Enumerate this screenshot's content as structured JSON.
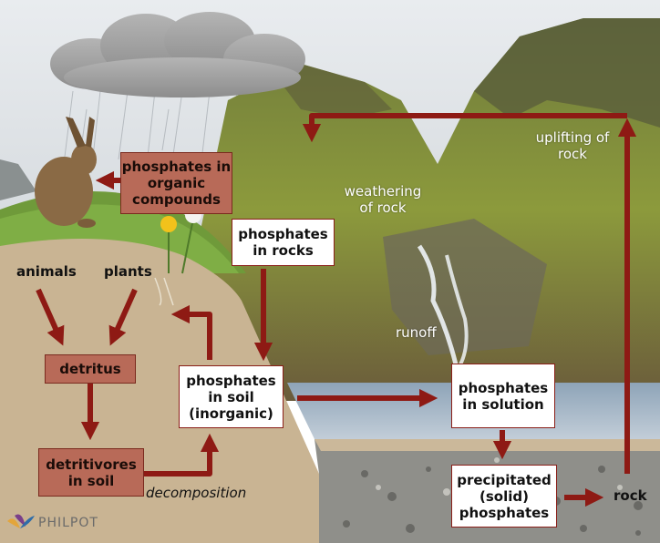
{
  "boxes": {
    "organic": "phosphates in organic compounds",
    "detritus": "detritus",
    "detritivores": "detritivores in soil",
    "rocks": "phosphates in rocks",
    "soil": "phosphates in soil (inorganic)",
    "solution": "phosphates in solution",
    "precipitated": "precipitated (solid) phosphates"
  },
  "labels": {
    "animals": "animals",
    "plants": "plants",
    "decomposition": "decomposition",
    "weathering": "weathering of rock",
    "uplifting": "uplifting of rock",
    "runoff": "runoff",
    "rock": "rock"
  },
  "logo": {
    "text": "PHILPOT"
  },
  "colors": {
    "arrow": "#8e1a14",
    "box_red": "#b86a58",
    "box_border": "#8a1e18",
    "soil": "#c9b493",
    "water": "#a9b9c8"
  }
}
